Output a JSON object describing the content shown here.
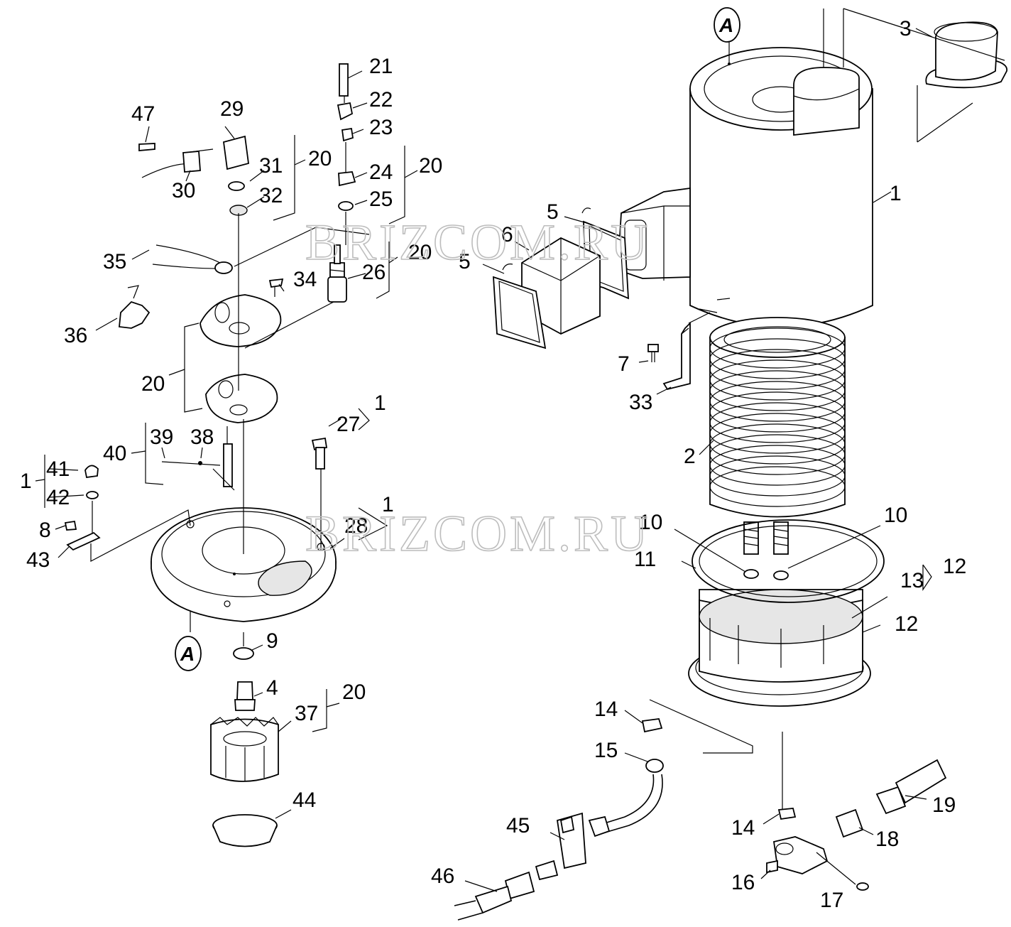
{
  "diagram": {
    "watermark_text": "BRIZCOM.RU",
    "marker_letter": "A",
    "labels": {
      "1": "1",
      "2": "2",
      "3": "3",
      "4": "4",
      "5": "5",
      "6": "6",
      "7": "7",
      "8": "8",
      "9": "9",
      "10": "10",
      "11": "11",
      "12": "12",
      "13": "13",
      "14": "14",
      "15": "15",
      "16": "16",
      "17": "17",
      "18": "18",
      "19": "19",
      "20": "20",
      "21": "21",
      "22": "22",
      "23": "23",
      "24": "24",
      "25": "25",
      "26": "26",
      "27": "27",
      "28": "28",
      "29": "29",
      "30": "30",
      "31": "31",
      "32": "32",
      "33": "33",
      "34": "34",
      "35": "35",
      "36": "36",
      "37": "37",
      "38": "38",
      "39": "39",
      "40": "40",
      "41": "41",
      "42": "42",
      "43": "43",
      "44": "44",
      "45": "45",
      "46": "46",
      "47": "47"
    }
  }
}
